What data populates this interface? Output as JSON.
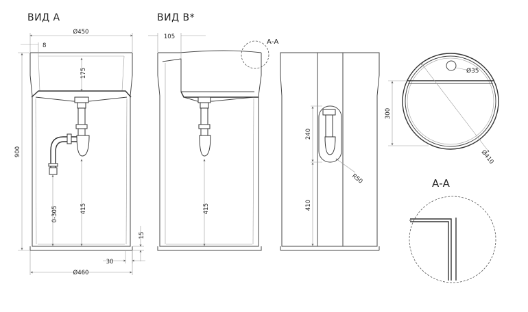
{
  "views": {
    "view_a_title": "ВИД А",
    "view_b_title": "ВИД В*",
    "section_callout": "А-А",
    "section_title": "А-А"
  },
  "dimensions": {
    "a_wall": "8",
    "a_top_diameter": "Ø450",
    "a_bowl_depth": "175",
    "a_height": "900",
    "a_trap_range": "0-305",
    "a_drain_height": "415",
    "a_base_height": "15",
    "a_base_offset": "30",
    "a_base_diameter": "Ø460",
    "b_offset": "105",
    "b_drain_height": "415",
    "c_slot_length": "240",
    "c_slot_radius": "R50",
    "c_slot_height": "410",
    "d_hole_diameter": "Ø35",
    "d_depth": "300",
    "d_diameter": "Ø410"
  }
}
